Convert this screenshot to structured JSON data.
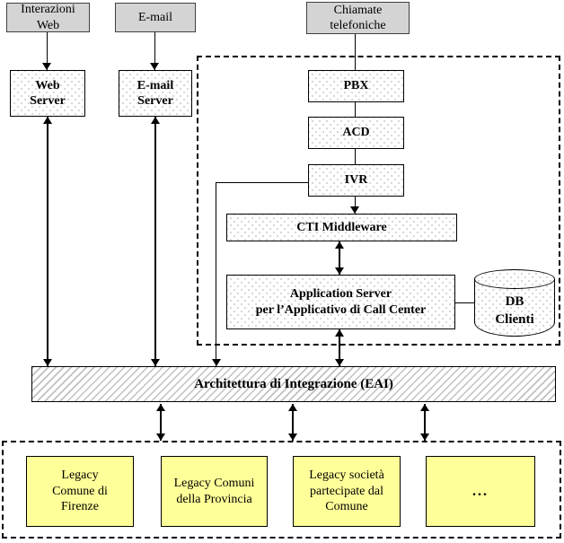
{
  "channels": {
    "web": {
      "label": "Interazioni Web"
    },
    "email": {
      "label": "E-mail"
    },
    "phone": {
      "label": "Chiamate telefoniche"
    }
  },
  "servers": {
    "web_server": {
      "label": "Web Server"
    },
    "email_server": {
      "label": "E-mail Server"
    }
  },
  "telephony": {
    "pbx": {
      "label": "PBX"
    },
    "acd": {
      "label": "ACD"
    },
    "ivr": {
      "label": "IVR"
    },
    "cti": {
      "label": "CTI Middleware"
    },
    "app_server": {
      "line1": "Application Server",
      "line2": "per l’Applicativo di Call Center"
    },
    "db": {
      "label": "DB Clienti"
    }
  },
  "eai": {
    "label": "Architettura di Integrazione (EAI)"
  },
  "legacy": {
    "items": [
      {
        "label": "Legacy Comune di Firenze"
      },
      {
        "label": "Legacy Comuni della Provincia"
      },
      {
        "label": "Legacy società partecipate dal Comune"
      },
      {
        "label": "..."
      }
    ]
  },
  "colors": {
    "channel_box_gray": "#d4d4d4",
    "legacy_yellow": "#ffff99",
    "pattern_dot_gray": "#d4d4d4",
    "hatch_gray": "#c0c0c0",
    "line_black": "#000000"
  }
}
